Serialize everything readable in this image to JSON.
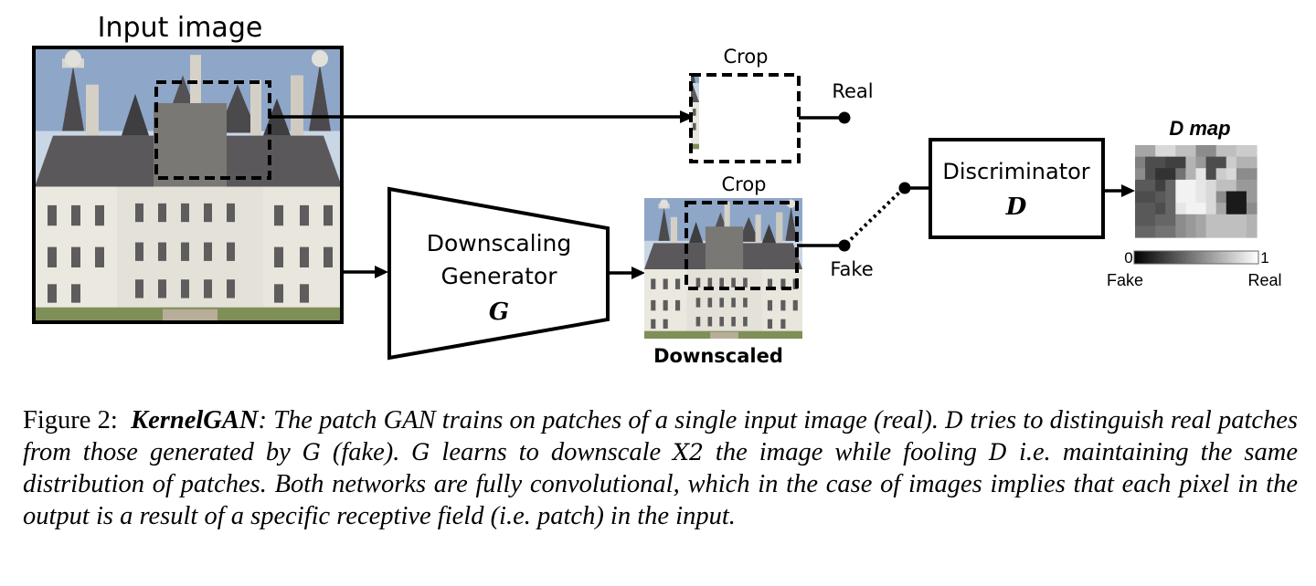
{
  "figure": {
    "input_label": "Input image",
    "crop_top_label": "Crop",
    "crop_bottom_label": "Crop",
    "real_label": "Real",
    "fake_label": "Fake",
    "generator_line1": "Downscaling",
    "generator_line2": "Generator",
    "generator_symbol": "G",
    "discriminator_label": "Discriminator",
    "discriminator_symbol": "D",
    "downscaled_label": "Downscaled",
    "dmap_title": "D map",
    "colorbar": {
      "min": "0",
      "max": "1",
      "left_label": "Fake",
      "right_label": "Real"
    },
    "dmap_grid": [
      [
        0.65,
        0.65,
        0.85,
        0.85,
        0.75,
        0.75,
        0.55,
        0.55,
        0.75,
        0.75,
        0.8,
        0.8
      ],
      [
        0.5,
        0.3,
        0.3,
        0.25,
        0.25,
        0.7,
        0.6,
        0.3,
        0.3,
        0.8,
        0.7,
        0.7
      ],
      [
        0.55,
        0.3,
        0.2,
        0.2,
        0.45,
        0.7,
        0.9,
        0.3,
        0.8,
        0.85,
        0.55,
        0.55
      ],
      [
        0.35,
        0.35,
        0.25,
        0.4,
        0.95,
        0.95,
        0.9,
        0.85,
        0.75,
        0.75,
        0.6,
        0.6
      ],
      [
        0.3,
        0.3,
        0.35,
        0.4,
        0.95,
        0.95,
        0.9,
        0.85,
        0.55,
        0.1,
        0.1,
        0.6
      ],
      [
        0.35,
        0.35,
        0.3,
        0.4,
        0.9,
        0.95,
        0.95,
        0.85,
        0.65,
        0.1,
        0.1,
        0.55
      ],
      [
        0.35,
        0.35,
        0.4,
        0.4,
        0.55,
        0.6,
        0.65,
        0.75,
        0.75,
        0.75,
        0.75,
        0.7
      ],
      [
        0.4,
        0.4,
        0.45,
        0.45,
        0.55,
        0.6,
        0.65,
        0.75,
        0.75,
        0.75,
        0.75,
        0.7
      ]
    ]
  },
  "caption": {
    "figure_number": "Figure 2:",
    "method_name": "KernelGAN",
    "p1": ": The patch GAN trains on patches of a single input image (real). ",
    "d1": "D",
    "p2": " tries to distinguish real patches from those generated by ",
    "g1": "G",
    "p3": " (fake). ",
    "g2": "G",
    "p4": " learns to downscale ",
    "x2": "X2",
    "p5": " the image while fooling ",
    "d2": "D",
    "p6": " i.e. maintaining the same distribution of patches. Both networks are fully convolutional, which in the case of images implies that each pixel in the output is a result of a specific receptive field (i.e. patch) in the input."
  }
}
